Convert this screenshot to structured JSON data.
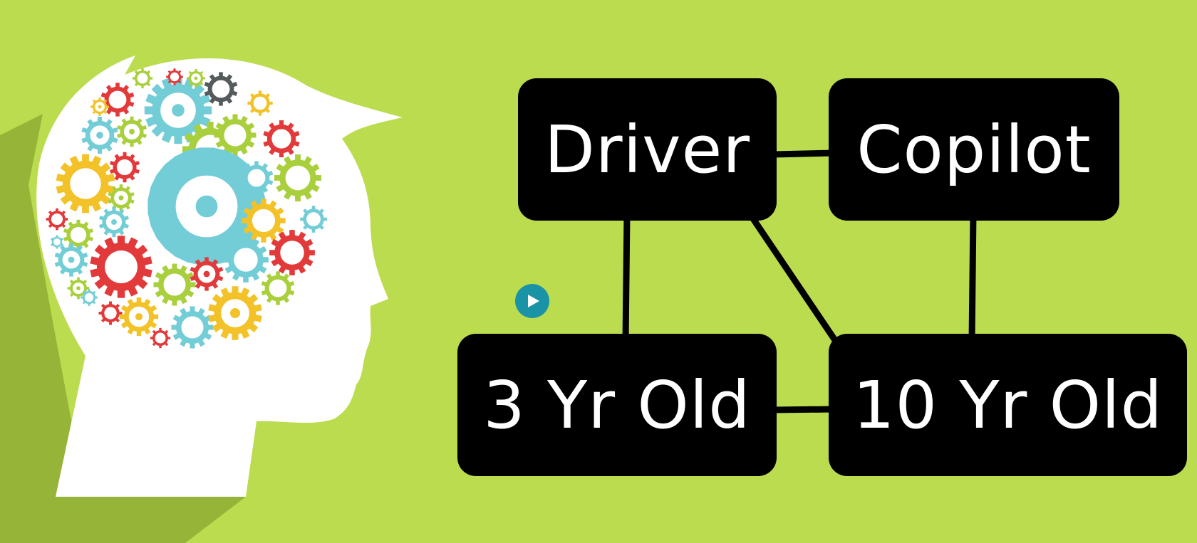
{
  "slide": {
    "background": "#bcdc4f",
    "head_fill": "#ffffff",
    "head_shadow": "#8fad32"
  },
  "diagram": {
    "nodes": [
      {
        "id": "driver",
        "label": "Driver"
      },
      {
        "id": "copilot",
        "label": "Copilot"
      },
      {
        "id": "three-yr-old",
        "label": "3 Yr Old"
      },
      {
        "id": "ten-yr-old",
        "label": "10 Yr Old"
      }
    ],
    "edges": [
      {
        "from": "driver",
        "to": "copilot"
      },
      {
        "from": "driver",
        "to": "three-yr-old"
      },
      {
        "from": "driver",
        "to": "ten-yr-old"
      },
      {
        "from": "copilot",
        "to": "ten-yr-old"
      },
      {
        "from": "three-yr-old",
        "to": "ten-yr-old"
      }
    ],
    "node_color": "#000000",
    "text_color": "#ffffff"
  },
  "gear_colors": [
    "#e23a3a",
    "#f2c228",
    "#73cdd6",
    "#a9cf3c",
    "#555a5c"
  ],
  "play_button": {
    "icon": "play-icon",
    "color": "#1a93a6"
  }
}
